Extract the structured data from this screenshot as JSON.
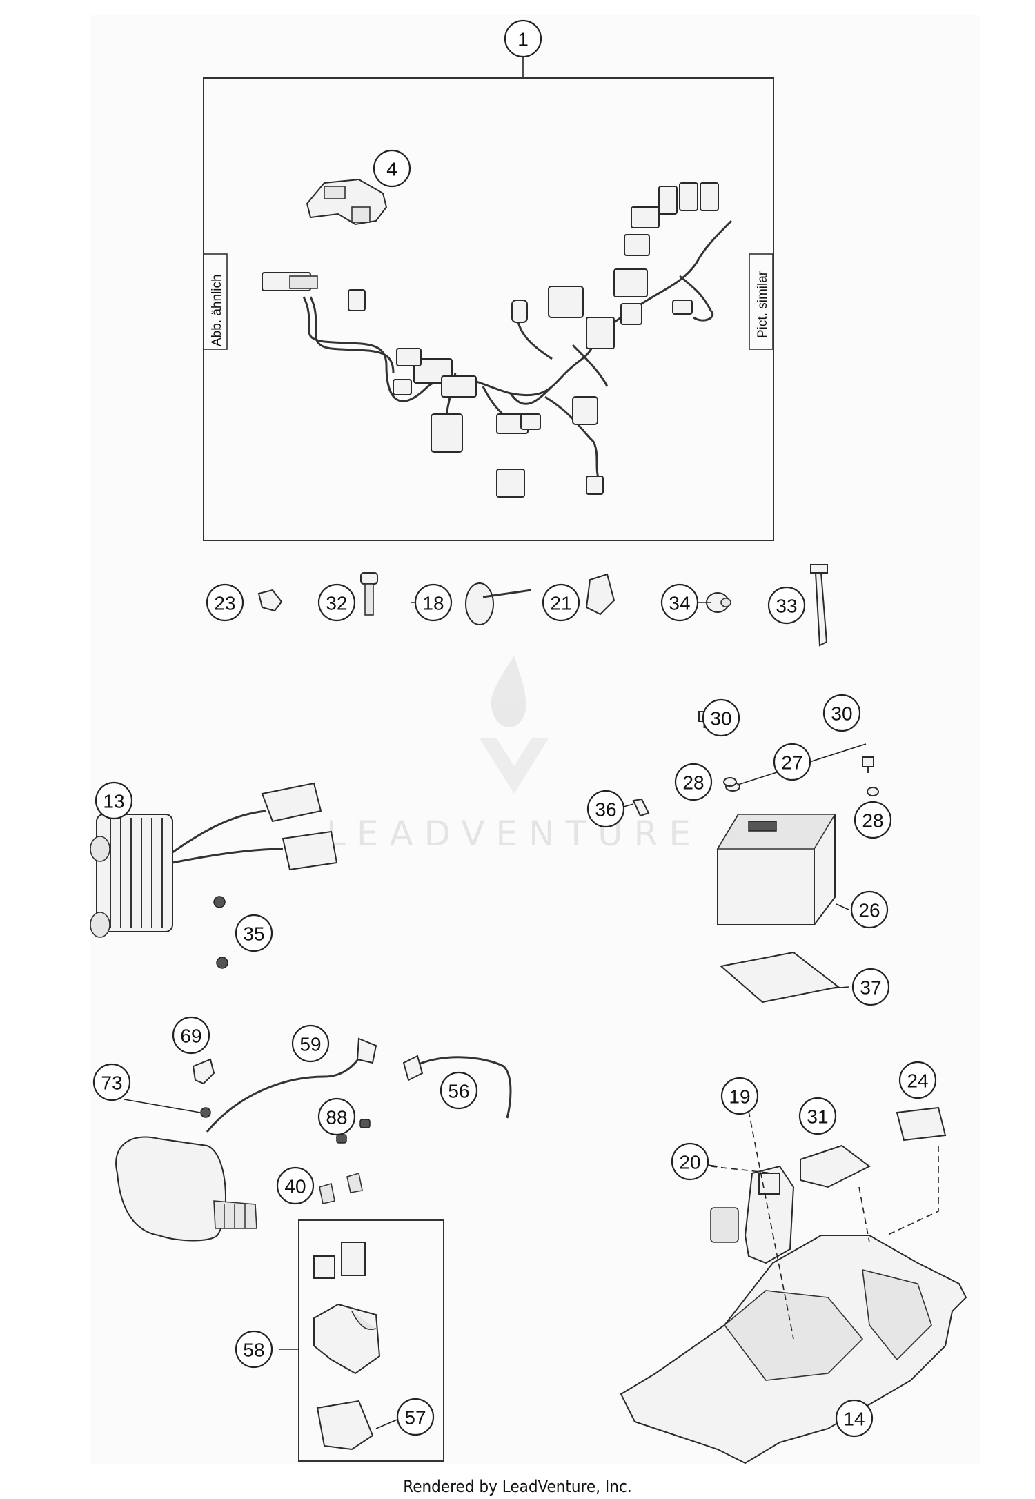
{
  "diagram": {
    "frame_labels": {
      "left": "Abb. ähnlich",
      "right": "Pict. similar"
    },
    "watermark": "LEADVENTURE",
    "callouts": [
      {
        "id": "1"
      },
      {
        "id": "4"
      },
      {
        "id": "23"
      },
      {
        "id": "32"
      },
      {
        "id": "18"
      },
      {
        "id": "21"
      },
      {
        "id": "34"
      },
      {
        "id": "33"
      },
      {
        "id": "30"
      },
      {
        "id": "30b",
        "label": "30"
      },
      {
        "id": "27"
      },
      {
        "id": "28"
      },
      {
        "id": "28b",
        "label": "28"
      },
      {
        "id": "36"
      },
      {
        "id": "26"
      },
      {
        "id": "37"
      },
      {
        "id": "13"
      },
      {
        "id": "35"
      },
      {
        "id": "69"
      },
      {
        "id": "59"
      },
      {
        "id": "73"
      },
      {
        "id": "56"
      },
      {
        "id": "88"
      },
      {
        "id": "40"
      },
      {
        "id": "58"
      },
      {
        "id": "57"
      },
      {
        "id": "19"
      },
      {
        "id": "31"
      },
      {
        "id": "24"
      },
      {
        "id": "20"
      },
      {
        "id": "14"
      }
    ]
  },
  "footer": {
    "text": "Rendered by LeadVenture, Inc."
  }
}
